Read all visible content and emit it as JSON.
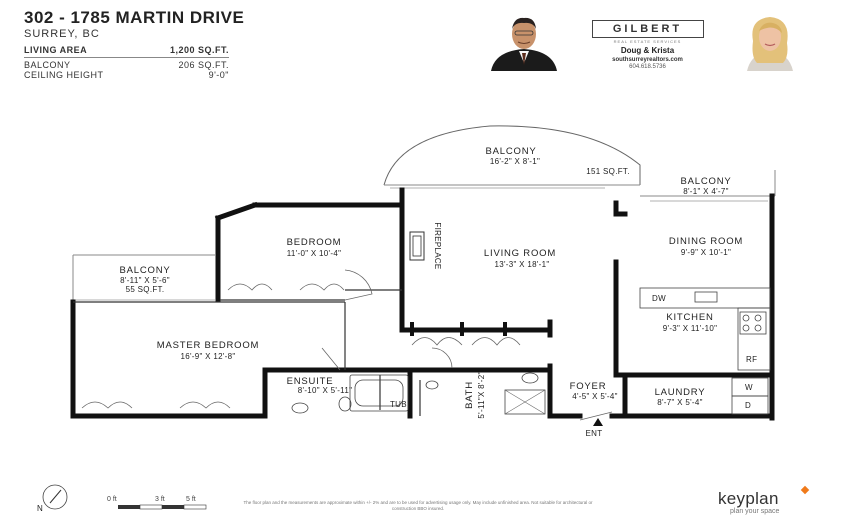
{
  "header": {
    "address": "302 - 1785 MARTIN DRIVE",
    "city": "SURREY, BC",
    "specs": [
      {
        "label": "LIVING AREA",
        "value": "1,200 SQ.FT.",
        "bold": true
      },
      {
        "label": "BALCONY",
        "value": "206 SQ.FT.",
        "bold": false
      },
      {
        "label": "CEILING HEIGHT",
        "value": "9'-0\"",
        "bold": false
      }
    ]
  },
  "brand": {
    "name": "GILBERT",
    "tagline": "REAL ESTATE SERVICES",
    "agents": "Doug & Krista",
    "website": "southsurreyrealtors.com",
    "phone": "604.618.5736"
  },
  "rooms": {
    "balcony_top": {
      "name": "BALCONY",
      "dim": "16'-2\"  X  8'-1\"",
      "area": "151 SQ.FT."
    },
    "balcony_right": {
      "name": "BALCONY",
      "dim": "8'-1\"  X  4'-7\""
    },
    "bedroom": {
      "name": "BEDROOM",
      "dim": "11'-0\"  X  10'-4\""
    },
    "living_room": {
      "name": "LIVING ROOM",
      "dim": "13'-3\"  X  18'-1\""
    },
    "dining_room": {
      "name": "DINING ROOM",
      "dim": "9'-9\"  X  10'-1\""
    },
    "balcony_left": {
      "name": "BALCONY",
      "dim": "8'-11\"  X  5'-6\"",
      "area": "55 SQ.FT."
    },
    "kitchen": {
      "name": "KITCHEN",
      "dim": "9'-3\"  X  11'-10\""
    },
    "master_bedroom": {
      "name": "MASTER BEDROOM",
      "dim": "16'-9\"  X  12'-8\""
    },
    "ensuite": {
      "name": "ENSUITE",
      "dim": "8'-10\"  X  5'-11\""
    },
    "bath": {
      "name": "BATH",
      "dim": "5'-11\"X 8'-2\""
    },
    "foyer": {
      "name": "FOYER",
      "dim": "4'-5\"  X  5'-4\""
    },
    "laundry": {
      "name": "LAUNDRY",
      "dim": "8'-7\"  X  5'-4\""
    }
  },
  "fixtures": {
    "fireplace": "FIREPLACE",
    "dishwasher": "DW",
    "fridge": "RF",
    "washer": "W",
    "dryer": "D",
    "tub": "TUB",
    "entry": "ENT"
  },
  "compass": {
    "label": "N"
  },
  "scale": {
    "labels": [
      "0 ft",
      "3 ft",
      "5 ft"
    ]
  },
  "disclaimer": "The floor plan and the measurements are approximate within +/- 2% and are to be used for advertising usage only. May include unfinished area. Not suitable for architectural or construction BBO insured.",
  "footer": {
    "logo": "keyplan",
    "tagline": "plan your space"
  },
  "colors": {
    "wall": "#111111",
    "accent": "#f07a1a"
  }
}
